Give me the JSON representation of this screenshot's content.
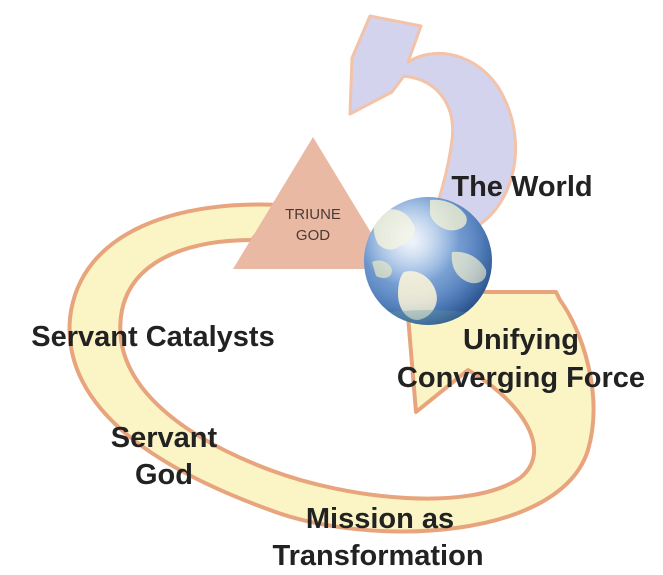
{
  "diagram": {
    "triangle": {
      "line1": "TRIUNE",
      "line2": "GOD"
    },
    "labels": {
      "the_world": "The World",
      "servant_catalysts": "Servant Catalysts",
      "unifying_line1": "Unifying",
      "unifying_line2": "Converging Force",
      "servant_god_line1": "Servant",
      "servant_god_line2": "God",
      "mission_line1": "Mission as",
      "mission_line2": "Transformation"
    },
    "colors": {
      "yellow_fill": "#fbf5c6",
      "yellow_stroke": "#e8a47c",
      "purple_fill": "#d4d3ee",
      "purple_stroke": "#f2c2a9",
      "triangle_fill": "#e9b9a3",
      "globe_ocean": "#3d70b5",
      "globe_land": "#e7ead0"
    },
    "icons": {
      "globe": "globe-icon"
    }
  }
}
